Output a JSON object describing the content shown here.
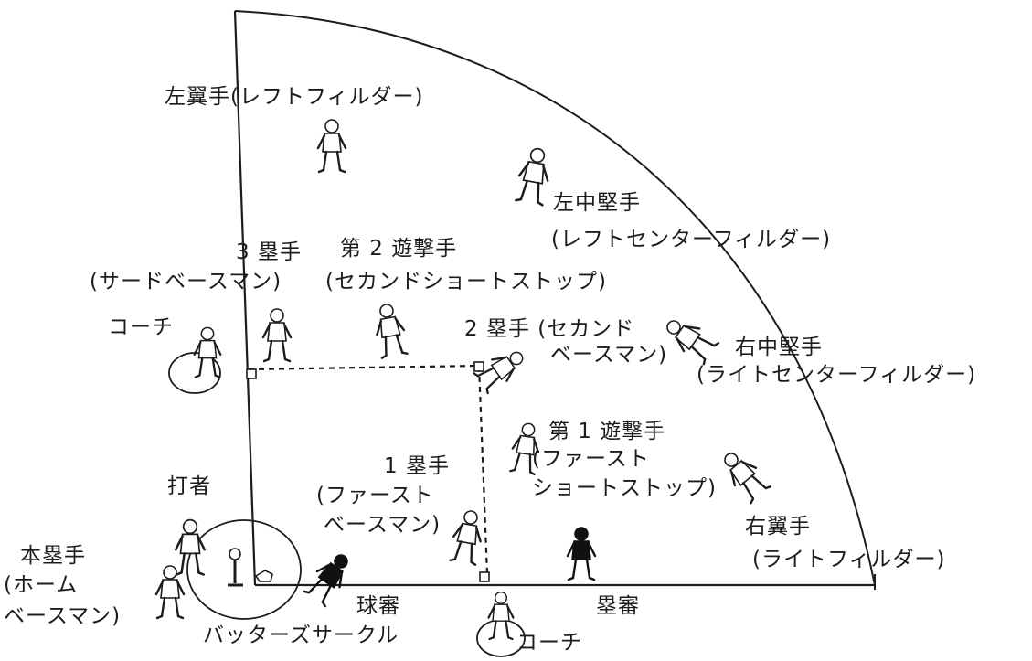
{
  "labels": {
    "left_fielder": {
      "l1": "左翼手(レフトフィルダー)"
    },
    "left_center_fielder": {
      "l1": "左中堅手",
      "l2": "(レフトセンターフィルダー)"
    },
    "third_baseman": {
      "l1": "3 塁手",
      "l2": "(サードベースマン)"
    },
    "second_shortstop": {
      "l1": "第 2 遊撃手",
      "l2": "(セカンドショートストップ)"
    },
    "coach_third": {
      "l1": "コーチ"
    },
    "second_baseman": {
      "l1": "2 塁手 (セカンド",
      "l2": "ベースマン)"
    },
    "right_center_fielder": {
      "l1": "右中堅手",
      "l2": "(ライトセンターフィルダー)"
    },
    "first_shortstop": {
      "l1": "第 1 遊撃手",
      "l2": "(ファースト",
      "l3": "ショートストップ)"
    },
    "first_baseman": {
      "l1": "1 塁手",
      "l2": "(ファースト",
      "l3": "ベースマン)"
    },
    "batter": {
      "l1": "打者"
    },
    "right_fielder": {
      "l1": "右翼手",
      "l2": "(ライトフィルダー)"
    },
    "catcher": {
      "l1": "本塁手",
      "l2": "(ホーム",
      "l3": "ベースマン)"
    },
    "home_umpire": {
      "l1": "球審"
    },
    "base_umpire": {
      "l1": "塁審"
    },
    "batters_circle": {
      "l1": "バッターズサークル"
    },
    "coach_first": {
      "l1": "コーチ"
    }
  },
  "figures": [
    {
      "name": "left-fielder-figure",
      "dark": false
    },
    {
      "name": "left-center-fielder-figure",
      "dark": false
    },
    {
      "name": "third-baseman-figure",
      "dark": false
    },
    {
      "name": "second-shortstop-figure",
      "dark": false
    },
    {
      "name": "coach-third-figure",
      "dark": false
    },
    {
      "name": "second-baseman-figure",
      "dark": false
    },
    {
      "name": "right-center-fielder-figure",
      "dark": false
    },
    {
      "name": "first-shortstop-figure",
      "dark": false
    },
    {
      "name": "right-fielder-figure",
      "dark": false
    },
    {
      "name": "first-baseman-figure",
      "dark": false
    },
    {
      "name": "batter-figure",
      "dark": false
    },
    {
      "name": "catcher-figure",
      "dark": false
    },
    {
      "name": "home-umpire-figure",
      "dark": true
    },
    {
      "name": "base-umpire-figure",
      "dark": true
    },
    {
      "name": "coach-first-figure",
      "dark": false
    }
  ],
  "colors": {
    "ink": "#1c1c1c",
    "paper": "#ffffff",
    "umpire": "#111111"
  }
}
